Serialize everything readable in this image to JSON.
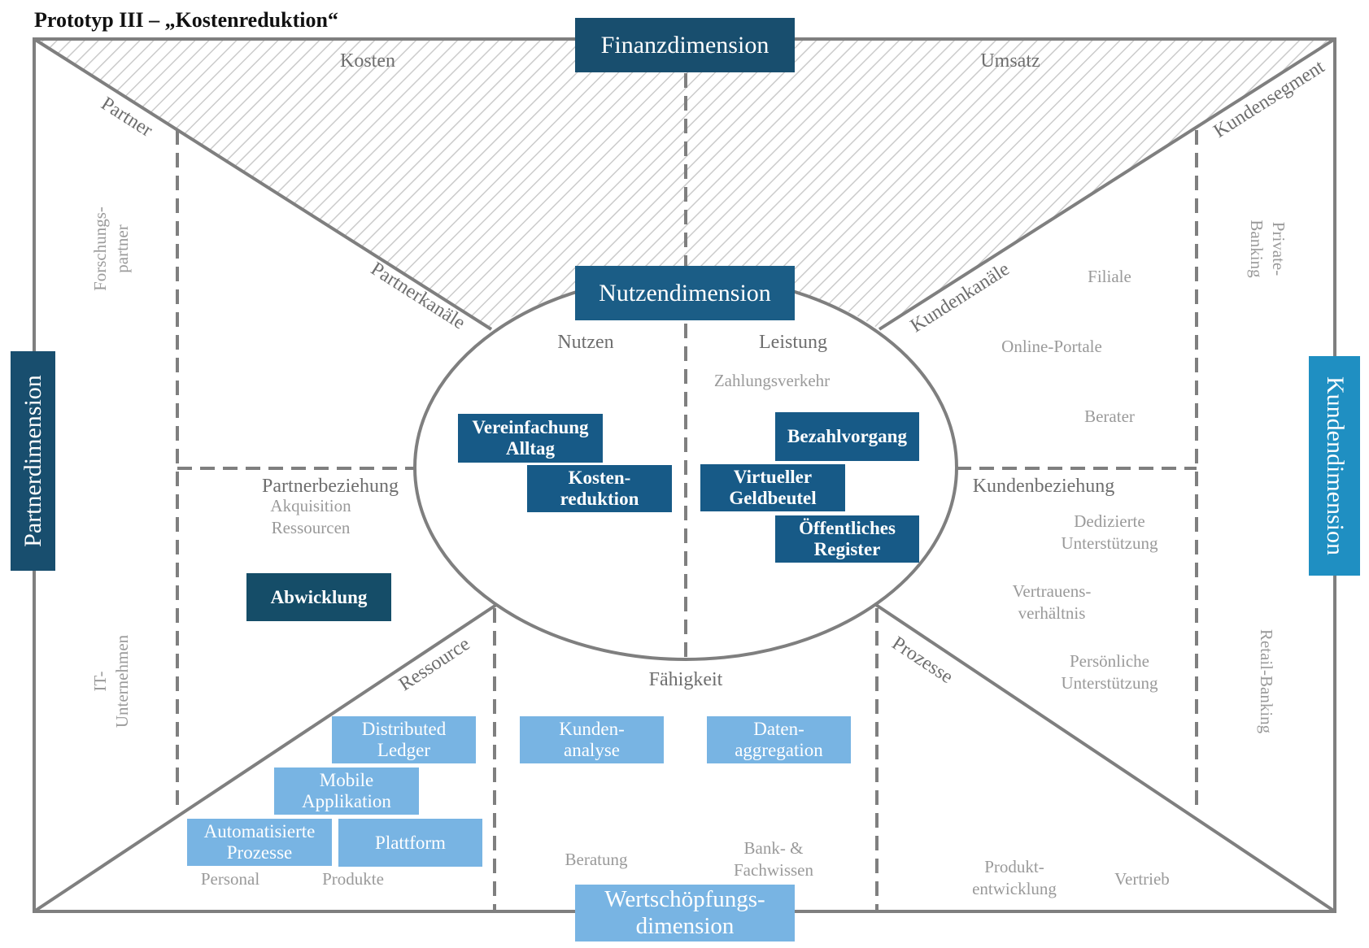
{
  "title": "Prototyp III – „Kostenreduktion“",
  "dimensions": {
    "finanz": "Finanzdimension",
    "nutzen": "Nutzendimension",
    "partner": "Partnerdimension",
    "kunden": "Kundendimension",
    "wertschoepfung_1": "Wertschöpfungs-",
    "wertschoepfung_2": "dimension"
  },
  "section_labels": {
    "kosten": "Kosten",
    "umsatz": "Umsatz",
    "partner": "Partner",
    "partnerkanaele": "Partnerkanäle",
    "kundensegment": "Kundensegment",
    "kundenkanaele": "Kundenkanäle",
    "nutzen": "Nutzen",
    "leistung": "Leistung",
    "partnerbeziehung": "Partnerbeziehung",
    "kundenbeziehung": "Kundenbeziehung",
    "ressource": "Ressource",
    "prozesse": "Prozesse",
    "faehigkeit": "Fähigkeit"
  },
  "grey_items": {
    "forschungspartner_1": "Forschungs-",
    "forschungspartner_2": "partner",
    "it_unternehmen_1": "IT-",
    "it_unternehmen_2": "Unternehmen",
    "akquisition": "Akquisition",
    "ressourcen": "Ressourcen",
    "zahlungsverkehr": "Zahlungsverkehr",
    "filiale": "Filiale",
    "online_portale": "Online-Portale",
    "berater": "Berater",
    "private_banking_1": "Private-",
    "private_banking_2": "Banking",
    "retail_banking": "Retail-Banking",
    "dedizierte_1": "Dedizierte",
    "dedizierte_2": "Unterstützung",
    "vertrauens_1": "Vertrauens-",
    "vertrauens_2": "verhältnis",
    "persoenliche_1": "Persönliche",
    "persoenliche_2": "Unterstützung",
    "personal": "Personal",
    "produkte": "Produkte",
    "beratung": "Beratung",
    "bank_fach_1": "Bank- &",
    "bank_fach_2": "Fachwissen",
    "produktentwicklung_1": "Produkt-",
    "produktentwicklung_2": "entwicklung",
    "vertrieb": "Vertrieb"
  },
  "blocks": {
    "vereinfachung_1": "Vereinfachung",
    "vereinfachung_2": "Alltag",
    "kosten_1": "Kosten-",
    "kosten_2": "reduktion",
    "bezahlvorgang": "Bezahlvorgang",
    "virtueller_1": "Virtueller",
    "virtueller_2": "Geldbeutel",
    "oeffentliches_1": "Öffentliches",
    "oeffentliches_2": "Register",
    "abwicklung": "Abwicklung",
    "distributed_1": "Distributed",
    "distributed_2": "Ledger",
    "mobile_1": "Mobile",
    "mobile_2": "Applikation",
    "automatisierte_1": "Automatisierte",
    "automatisierte_2": "Prozesse",
    "plattform": "Plattform",
    "kundenanalyse_1": "Kunden-",
    "kundenanalyse_2": "analyse",
    "datenaggregation_1": "Daten-",
    "datenaggregation_2": "aggregation"
  },
  "colors": {
    "frame": "#7f7f7f",
    "grey_text": "#9a9a9a",
    "section_text": "#6e6e6e",
    "hatch": "#c8c8c8",
    "dark_block": "#175a87",
    "teal_block": "#154d68",
    "light_block": "#78b4e3",
    "cyan_block": "#1f8fc2"
  }
}
